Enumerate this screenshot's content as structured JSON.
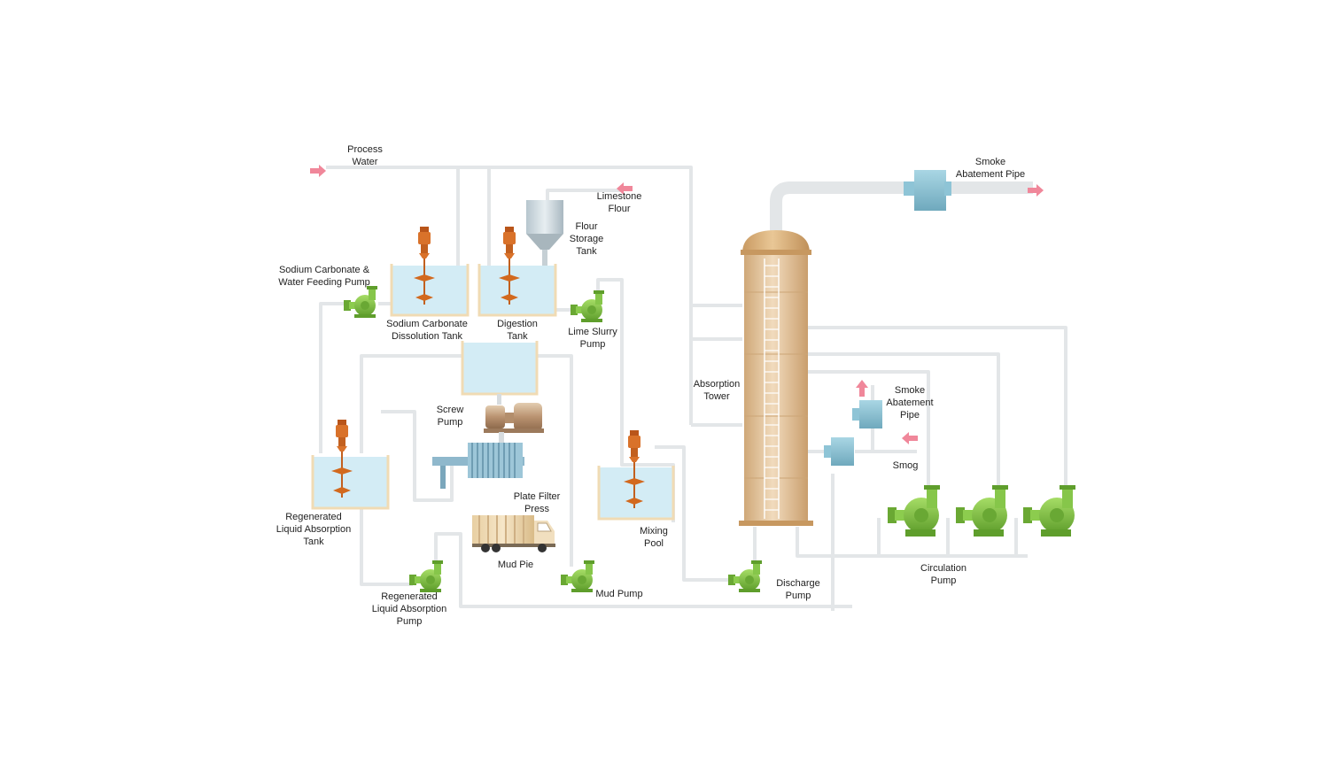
{
  "diagram": {
    "labels": {
      "process_water": "Process\nWater",
      "limestone_flour": "Limestone\nFlour",
      "flour_storage_tank": "Flour\nStorage\nTank",
      "smoke_pipe_top": "Smoke\nAbatement Pipe",
      "sodium_carbonate_feed_pump": "Sodium Carbonate &\nWater Feeding Pump",
      "sodium_carbonate_tank": "Sodium Carbonate\nDissolution Tank",
      "digestion_tank": "Digestion\nTank",
      "lime_slurry_pump": "Lime Slurry\nPump",
      "absorption_tower": "Absorption\nTower",
      "smoke_pipe_side": "Smoke\nAbatement\nPipe",
      "smog": "Smog",
      "screw_pump": "Screw\nPump",
      "plate_filter_press": "Plate Filter\nPress",
      "regenerated_tank": "Regenerated\nLiquid Absorption\nTank",
      "mud_pie": "Mud Pie",
      "mixing_pool": "Mixing\nPool",
      "circulation_pump": "Circulation\nPump",
      "discharge_pump": "Discharge\nPump",
      "mud_pump": "Mud Pump",
      "regenerated_pump": "Regenerated\nLiquid Absorption\nPump"
    },
    "colors": {
      "pipe": "#e4e7e9",
      "tank_water": "#d3ecf5",
      "tank_rim": "#f2dcb5",
      "pump_green": "#7cc242",
      "agitator": "#d2691e",
      "tower": "#e2c39b",
      "arrow": "#f0879a",
      "duct_blue": "#8ec4d6"
    }
  }
}
